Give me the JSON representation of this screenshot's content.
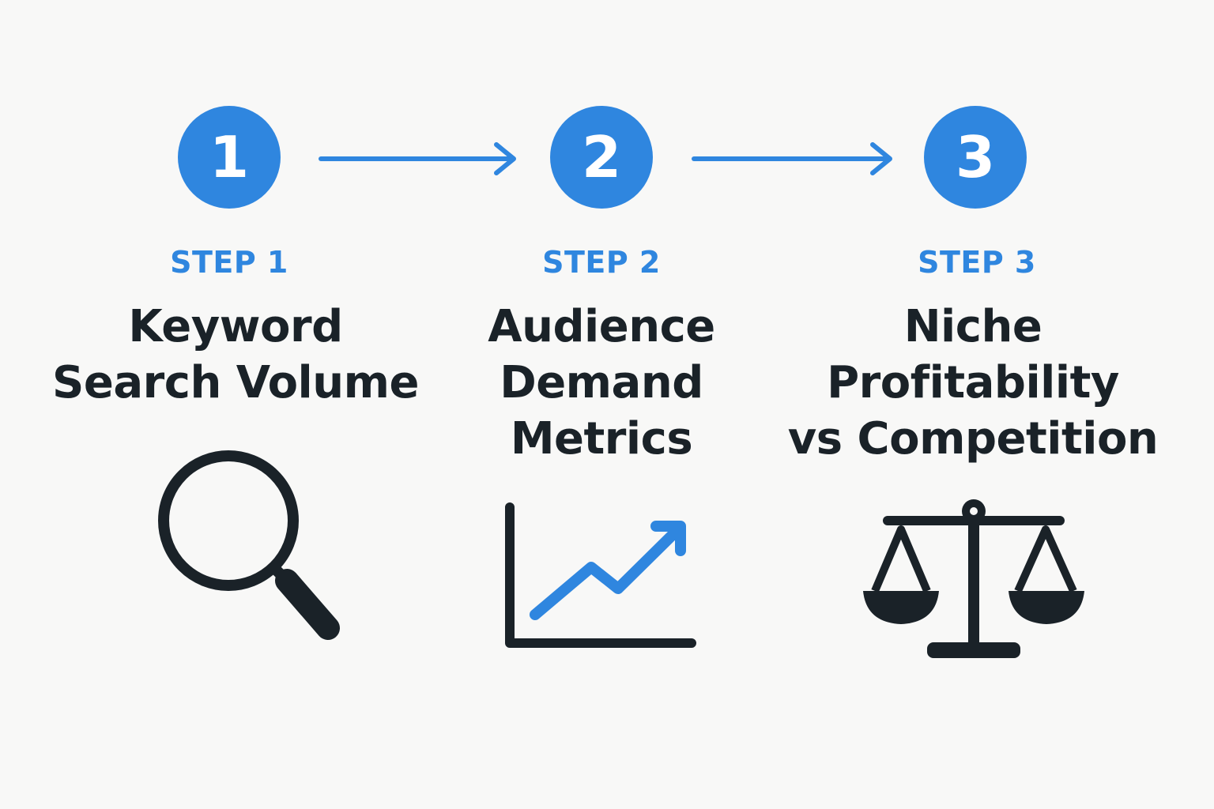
{
  "colors": {
    "accent": "#2f86df",
    "text": "#1a2228",
    "background": "#f8f8f7"
  },
  "steps": [
    {
      "number": "1",
      "label": "STEP 1",
      "title_lines": [
        "Keyword",
        "Search Volume"
      ],
      "icon": "magnifying-glass-icon"
    },
    {
      "number": "2",
      "label": "STEP 2",
      "title_lines": [
        "Audience",
        "Demand",
        "Metrics"
      ],
      "icon": "trend-chart-icon"
    },
    {
      "number": "3",
      "label": "STEP 3",
      "title_lines": [
        "Niche",
        "Profitability",
        "vs Competition"
      ],
      "icon": "balance-scale-icon"
    }
  ],
  "connectors": [
    {
      "from": "1",
      "to": "2",
      "icon": "arrow-right-icon"
    },
    {
      "from": "2",
      "to": "3",
      "icon": "arrow-right-icon"
    }
  ]
}
